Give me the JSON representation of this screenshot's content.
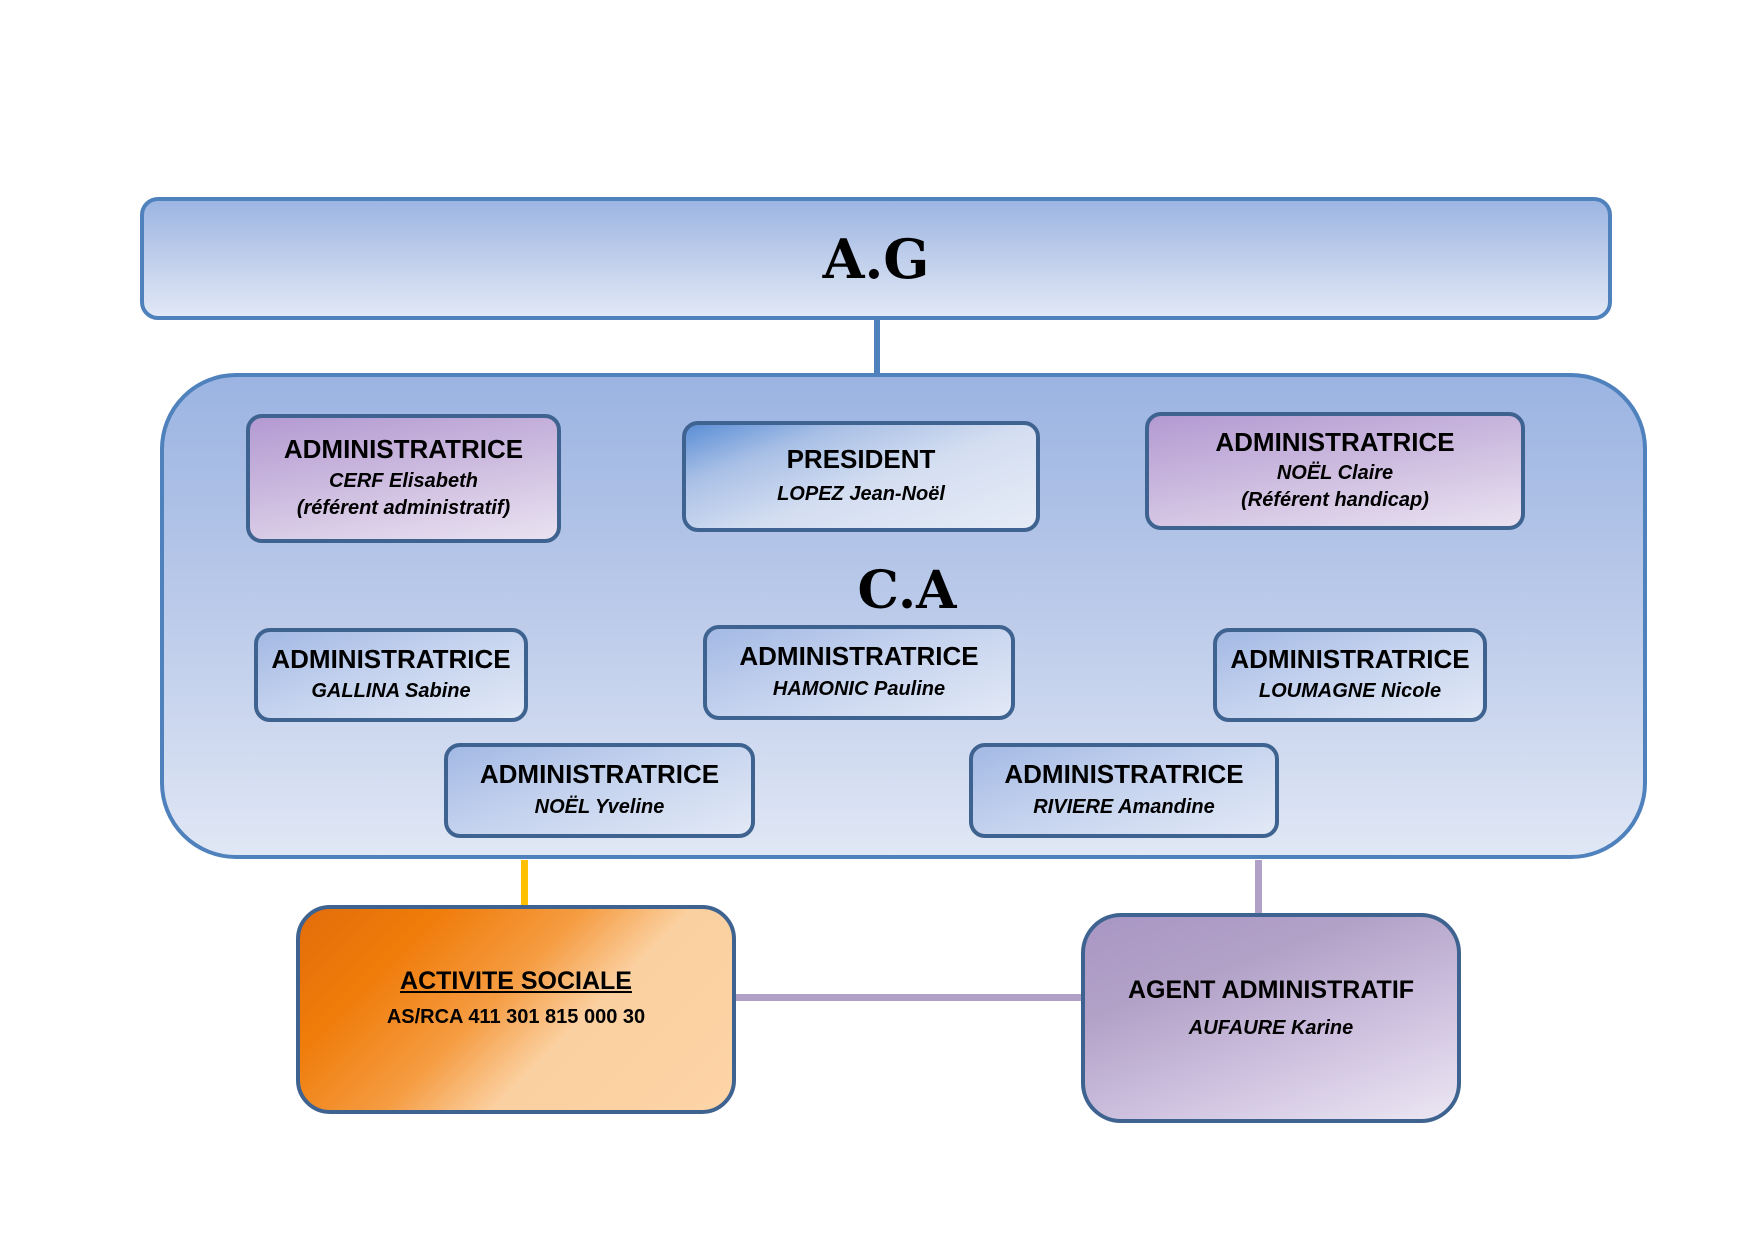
{
  "diagram": {
    "type": "organization-chart",
    "colors": {
      "primary_blue": "#4f81bd",
      "card_border": "#3f6390",
      "purple_accent": "#b2a1c7",
      "orange_accent": "#f07c0a",
      "yellow_connector": "#ffc000"
    },
    "ag": {
      "title": "A.G"
    },
    "ca": {
      "title": "C.A",
      "members": [
        {
          "id": "cerf",
          "role": "ADMINISTRATRICE",
          "name": "CERF Elisabeth",
          "note": "(référent administratif)",
          "style": "purple"
        },
        {
          "id": "president",
          "role": "PRESIDENT",
          "name": "LOPEZ Jean-Noël",
          "style": "president"
        },
        {
          "id": "noel-claire",
          "role": "ADMINISTRATRICE",
          "name": "NOËL Claire",
          "note": "(Référent handicap)",
          "style": "purple"
        },
        {
          "id": "gallina",
          "role": "ADMINISTRATRICE",
          "name": "GALLINA Sabine",
          "style": "blue"
        },
        {
          "id": "hamonic",
          "role": "ADMINISTRATRICE",
          "name": "HAMONIC Pauline",
          "style": "blue"
        },
        {
          "id": "loumagne",
          "role": "ADMINISTRATRICE",
          "name": "LOUMAGNE Nicole",
          "style": "blue"
        },
        {
          "id": "noel-yveline",
          "role": "ADMINISTRATRICE",
          "name": "NOËL Yveline",
          "style": "blue"
        },
        {
          "id": "riviere",
          "role": "ADMINISTRATRICE",
          "name": "RIVIERE Amandine",
          "style": "blue"
        }
      ]
    },
    "activite_sociale": {
      "title": "ACTIVITE SOCIALE",
      "registration": "AS/RCA 411 301 815 000 30"
    },
    "agent": {
      "title": "AGENT ADMINISTRATIF",
      "name": "AUFAURE Karine"
    },
    "connections": [
      {
        "from": "A.G",
        "to": "C.A"
      },
      {
        "from": "C.A",
        "to": "ACTIVITE SOCIALE"
      },
      {
        "from": "C.A",
        "to": "AGENT ADMINISTRATIF"
      },
      {
        "from": "ACTIVITE SOCIALE",
        "to": "AGENT ADMINISTRATIF"
      }
    ]
  }
}
